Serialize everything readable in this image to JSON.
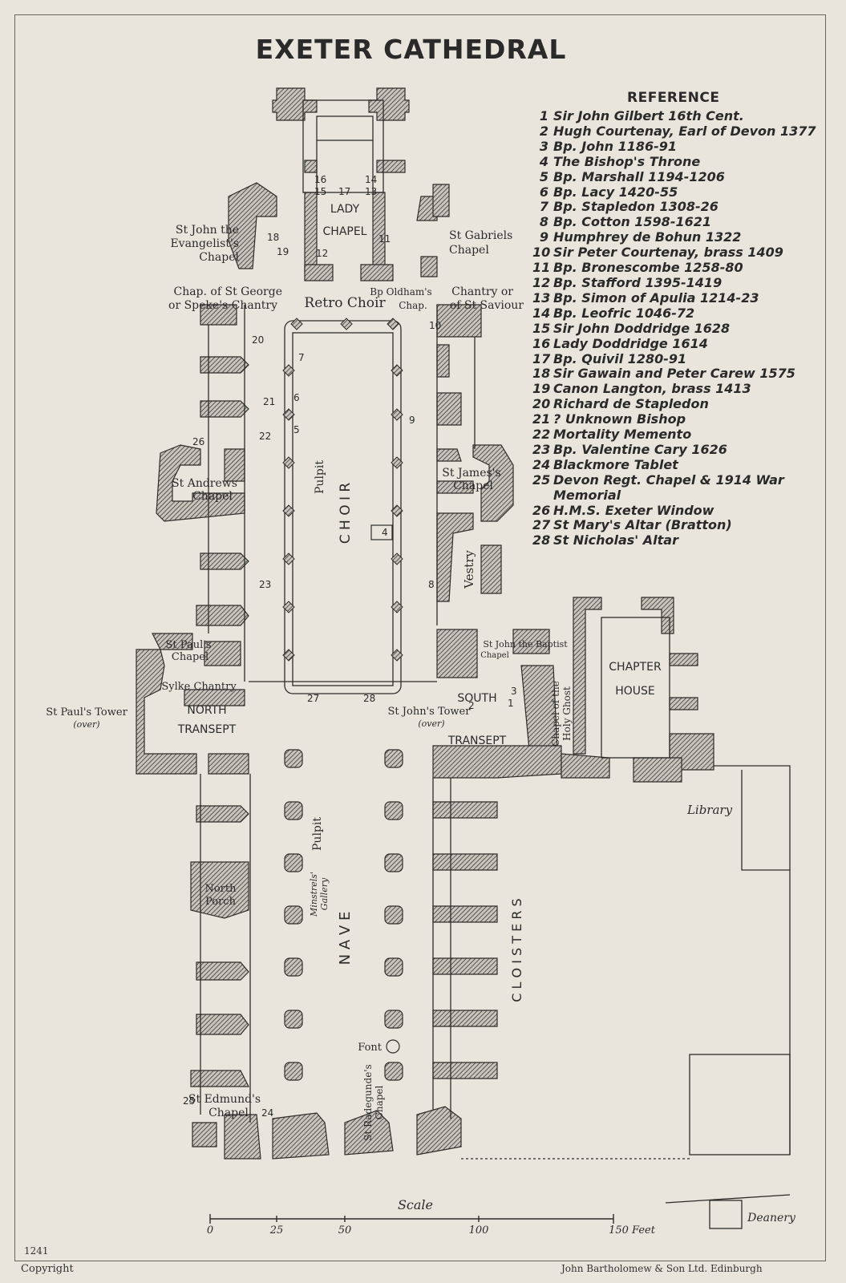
{
  "title": "EXETER CATHEDRAL",
  "reference": {
    "heading": "REFERENCE",
    "items": [
      {
        "num": "1",
        "text": "Sir John Gilbert 16th Cent."
      },
      {
        "num": "2",
        "text": "Hugh Courtenay, Earl of Devon 1377"
      },
      {
        "num": "3",
        "text": "Bp. John 1186-91"
      },
      {
        "num": "4",
        "text": "The Bishop's Throne"
      },
      {
        "num": "5",
        "text": "Bp. Marshall 1194-1206"
      },
      {
        "num": "6",
        "text": "Bp. Lacy 1420-55"
      },
      {
        "num": "7",
        "text": "Bp. Stapledon 1308-26"
      },
      {
        "num": "8",
        "text": "Bp. Cotton 1598-1621"
      },
      {
        "num": "9",
        "text": "Humphrey de Bohun 1322"
      },
      {
        "num": "10",
        "text": "Sir Peter Courtenay, brass 1409"
      },
      {
        "num": "11",
        "text": "Bp. Bronescombe 1258-80"
      },
      {
        "num": "12",
        "text": "Bp. Stafford 1395-1419"
      },
      {
        "num": "13",
        "text": "Bp. Simon of Apulia 1214-23"
      },
      {
        "num": "14",
        "text": "Bp. Leofric 1046-72"
      },
      {
        "num": "15",
        "text": "Sir John Doddridge 1628"
      },
      {
        "num": "16",
        "text": "Lady Doddridge 1614"
      },
      {
        "num": "17",
        "text": "Bp. Quivil 1280-91"
      },
      {
        "num": "18",
        "text": "Sir Gawain and Peter Carew 1575"
      },
      {
        "num": "19",
        "text": "Canon Langton, brass 1413"
      },
      {
        "num": "20",
        "text": "Richard de Stapledon"
      },
      {
        "num": "21",
        "text": "? Unknown Bishop"
      },
      {
        "num": "22",
        "text": "Mortality Memento"
      },
      {
        "num": "23",
        "text": "Bp. Valentine Cary 1626"
      },
      {
        "num": "24",
        "text": "Blackmore Tablet"
      },
      {
        "num": "25",
        "text": "Devon Regt. Chapel & 1914 War",
        "cont": "Memorial"
      },
      {
        "num": "26",
        "text": "H.M.S. Exeter Window"
      },
      {
        "num": "27",
        "text": "St Mary's Altar (Bratton)"
      },
      {
        "num": "28",
        "text": "St Nicholas' Altar"
      }
    ]
  },
  "labels": {
    "lady_chapel_1": "LADY",
    "lady_chapel_2": "CHAPEL",
    "st_john_evangelist_1": "St John the",
    "st_john_evangelist_2": "Evangelist's",
    "st_john_evangelist_3": "Chapel",
    "st_gabriels_1": "St Gabriels",
    "st_gabriels_2": "Chapel",
    "chap_st_george_1": "Chap. of St George",
    "chap_st_george_2": "or Speke's Chantry",
    "retro_choir": "Retro Choir",
    "bp_oldham_1": "Bp Oldham's",
    "bp_oldham_2": "Chap.",
    "chantry_saviour_1": "Chantry or",
    "chantry_saviour_2": "of St Saviour",
    "pulpit_choir": "Pulpit",
    "choir": "C H O I R",
    "st_andrews_1": "St Andrews",
    "st_andrews_2": "Chapel",
    "st_james_1": "St James's",
    "st_james_2": "Chapel",
    "vestry": "Vestry",
    "st_pauls_1": "St Paul's",
    "st_pauls_2": "Chapel",
    "sylke": "Sylke Chantry",
    "st_john_baptist_1": "St John the Baptist",
    "st_john_baptist_2": "Chapel",
    "chapter_house_1": "CHAPTER",
    "chapter_house_2": "HOUSE",
    "st_pauls_tower": "St Paul's Tower",
    "over_1": "(over)",
    "north_transept_1": "NORTH",
    "north_transept_2": "TRANSEPT",
    "south_transept_1": "SOUTH",
    "south_transept_2": "TRANSEPT",
    "st_johns_tower": "St John's Tower",
    "over_2": "(over)",
    "holy_ghost_1": "Chapel of the",
    "holy_ghost_2": "Holy Ghost",
    "library": "Library",
    "pulpit_nave": "Pulpit",
    "nave": "N A V E",
    "minstrels_1": "Minstrels'",
    "minstrels_2": "Gallery",
    "north_porch_1": "North",
    "north_porch_2": "Porch",
    "cloisters": "C L O I S T E R S",
    "font": "Font",
    "st_edmunds_1": "St Edmund's",
    "st_edmunds_2": "Chapel",
    "st_radegunde_1": "St Radegunde's",
    "st_radegunde_2": "Chapel",
    "deanery": "Deanery"
  },
  "scale": {
    "title": "Scale",
    "ticks": [
      "0",
      "25",
      "50",
      "100",
      "150 Feet"
    ]
  },
  "footer": {
    "plate_no": "1241",
    "copyright": "Copyright",
    "publisher": "John Bartholomew & Son Ltd. Edinburgh"
  },
  "colors": {
    "paper": "#e9e5dc",
    "ink": "#2b2b2b",
    "wall_fill": "#8a8782"
  }
}
